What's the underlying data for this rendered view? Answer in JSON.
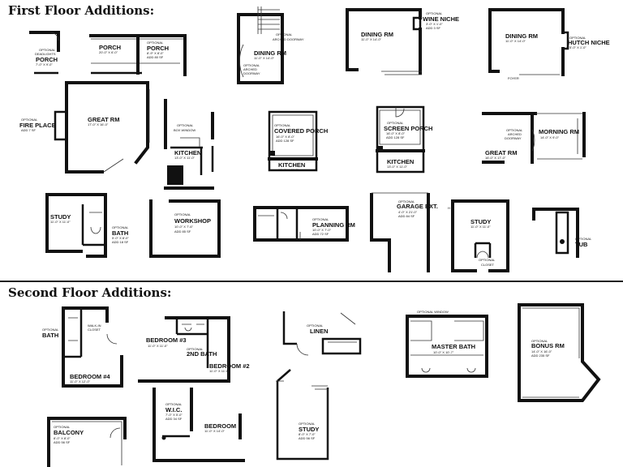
{
  "sections": {
    "first_floor_title": "First Floor Additions:",
    "second_floor_title": "Second Floor Additions:"
  },
  "labels": {
    "optional_1": "OPTIONAL",
    "deadlights": "DEADLIGHTS",
    "porch_a": "PORCH",
    "porch_a_dim": "7'-0\" X 9'-0\"",
    "porch_b": "PORCH",
    "porch_b_dim": "20'-0\" X 6'-0\"",
    "opt_porch": "OPTIONAL",
    "porch_c": "PORCH",
    "porch_c_dim": "8'-9\" X 8'-0\"",
    "porch_c_add": "ADD 80 SF",
    "opt_arched": "OPTIONAL",
    "arched_doorway": "ARCHED DOORWAY",
    "dining_a": "DINING RM",
    "dining_a_dim": "11'-0\" X 14'-0\"",
    "opt_arched_2": "OPTIONAL",
    "arched_2": "ARCHED",
    "doorway_2": "DOORWAY",
    "dining_b": "DINING RM",
    "dining_b_dim": "11'-0\" X 14'-0\"",
    "opt_wine": "OPTIONAL",
    "wine_niche": "WINE NICHE",
    "wine_dim": "3'-0\" X 1'-0\"",
    "wine_add": "ADD 3 SF",
    "dining_c": "DINING RM",
    "dining_c_dim": "11'-0\" X 14'-0\"",
    "opt_hutch": "OPTIONAL",
    "hutch_niche": "HUTCH NICHE",
    "hutch_dim": "5'-0\" X 1'-0\"",
    "foyer": "FOYER",
    "opt_fireplace": "OPTIONAL",
    "fire_place": "FIRE PLACE",
    "fire_add": "ADD 7 SF",
    "great_a": "GREAT RM",
    "great_a_dim": "17'-0\" X 16'-0\"",
    "opt_box": "OPTIONAL",
    "box_window": "BOX WINDOW",
    "kitchen_a": "KITCHEN",
    "kitchen_a_dim": "13'-0\" X 11'-0\"",
    "opt_covered": "OPTIONAL",
    "covered_porch": "COVERED PORCH",
    "covered_dim": "16'-0\" X 8'-0\"",
    "covered_add": "ADD 128 SF",
    "kitchen_b": "KITCHEN",
    "kitchen_b_dim": "13'-0\" X 11'-0\"",
    "opt_screen": "OPTIONAL",
    "screen_porch": "SCREEN PORCH",
    "screen_dim": "16'-0\" X 8'-0\"",
    "screen_add": "ADD 128 SF",
    "kitchen_c": "KITCHEN",
    "kitchen_c_dim": "13'-0\" X 11'-0\"",
    "opt_arched_3": "OPTIONAL",
    "arched_3": "ARCHED",
    "doorway_3": "DOORWAY",
    "morning": "MORNING RM",
    "morning_dim": "14'-0\" X 9'-0\"",
    "great_b": "GREAT RM",
    "great_b_dim": "16'-0\" X 17'-0\"",
    "study_a": "STUDY",
    "study_a_dim": "11'-0\" X 11'-0\"",
    "opt_bath": "OPTIONAL",
    "bath_a": "BATH",
    "bath_a_dim": "5'-0\" X 8'-0\"",
    "bath_a_add": "ADD 18 SF",
    "opt_workshop": "OPTIONAL",
    "workshop": "WORKSHOP",
    "workshop_dim": "10'-0\" X 7'-6\"",
    "workshop_add": "ADD 85 SF",
    "opt_planning": "OPTIONAL",
    "planning": "PLANNING RM",
    "planning_dim": "10'-0\" X 7'-0\"",
    "planning_add": "ADD 72 SF",
    "opt_garage": "OPTIONAL",
    "garage_ext": "GARAGE EXT.",
    "garage_dim": "4'-0\" X 21'-0\"",
    "garage_add": "ADD 84 SF",
    "study_b": "STUDY",
    "study_b_dim": "11'-0\" X 11'-0\"",
    "opt_closet": "OPTIONAL",
    "closet": "CLOSET",
    "opt_tub": "OPTIONAL",
    "tub": "TUB",
    "opt_bath_2": "OPTIONAL",
    "bath_2": "BATH",
    "walkin": "WALK-IN",
    "walkin_closet": "CLOSET",
    "bedroom4": "BEDROOM #4",
    "bedroom4_dim": "11'-0\" X 12'-0\"",
    "bedroom3": "BEDROOM #3",
    "bedroom3_dim": "11'-0\" X 11'-0\"",
    "opt_bath_3": "OPTIONAL",
    "bath_3": "2ND BATH",
    "bedroom2": "BEDROOM #2",
    "bedroom2_dim": "11'-0\" X 11'-0\"",
    "opt_linen": "OPTIONAL",
    "linen": "LINEN",
    "opt_window": "OPTIONAL WINDOW",
    "master_bath": "MASTER BATH",
    "master_dim": "10'-0\" X 10'-7\"",
    "opt_bonus": "OPTIONAL",
    "bonus": "BONUS RM",
    "bonus_dim": "14'-0\" X 16'-0\"",
    "bonus_add": "ADD 235 SF",
    "opt_balcony": "OPTIONAL",
    "balcony": "BALCONY",
    "balcony_dim": "8'-0\" X 8'-0\"",
    "balcony_add": "ADD 56 SF",
    "opt_wic": "OPTIONAL",
    "wic": "W.I.C.",
    "wic_dim": "7'-0\" X 5'-0\"",
    "wic_add": "ADD 34 SF",
    "bedroom_x": "BEDROOM",
    "bedroom_x_dim": "11'-0\" X 14'-0\"",
    "opt_study2": "OPTIONAL",
    "study2": "STUDY",
    "study2_dim": "8'-0\" X 7'-0\"",
    "study2_add": "ADD 56 SF"
  }
}
